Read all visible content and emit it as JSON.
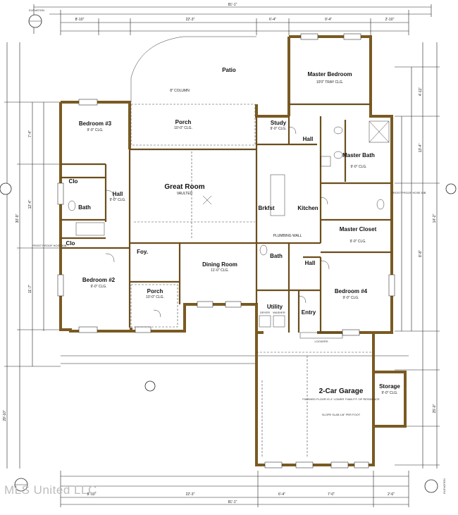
{
  "watermark": "MLS United LLC",
  "elevation_label": "ELEVATION",
  "overall_width": "81'-1\"",
  "rooms": {
    "patio": "Patio",
    "porch": "Porch",
    "master_bedroom": "Master Bedroom",
    "study": "Study",
    "hall": "Hall",
    "bedroom3": "Bedroom #3",
    "clo": "Clo",
    "bath": "Bath",
    "great_room": "Great Room",
    "great_room_note": "VAULTED",
    "master_bath": "Master Bath",
    "kitchen": "Kitchen",
    "brkfst": "Brkfst",
    "master_closet": "Master Closet",
    "foy": "Foy.",
    "dining_room": "Dining Room",
    "bedroom2": "Bedroom #2",
    "bedroom4": "Bedroom #4",
    "utility": "Utility",
    "entry": "Entry",
    "garage": "2-Car Garage",
    "storage": "Storage"
  },
  "notes": {
    "ceiling_9": "9'-0\" CLG.",
    "ceiling_10": "10'-0\" CLG.",
    "ceiling_11": "11'-0\" CLG.",
    "tray": "10'0\" TRAY CLG.",
    "column": "8\" COLUMN",
    "plumbing_wall": "PLUMBING WALL",
    "lockers": "LOCKERS",
    "dryer": "DRYER",
    "washer": "WASHER",
    "garage_floor": "FINISHED FLOOR IS 4\" LOWER THAN F.F. OF RESIDENCE",
    "slope": "SLOPE SLAB 1/8\" PER FOOT",
    "frost_proof": "FROST PROOF HOSE BIB"
  },
  "dims_top": [
    "8'-10\"",
    "22'-3\"",
    "6'-4\"",
    "9'-4\"",
    "2'-10\""
  ],
  "dims_bottom": [
    "8'-10\"",
    "22'-3\"",
    "6'-4\"",
    "7'-0\"",
    "2'-6\""
  ],
  "dims_left": [
    "7'-4\"",
    "12'-4\"",
    "11'-7\"",
    "30'-9\"",
    "29'-10\""
  ],
  "dims_right": [
    "4'-11\"",
    "13'-4\"",
    "8'-8\"",
    "14'-2\"",
    "25'-0\""
  ]
}
